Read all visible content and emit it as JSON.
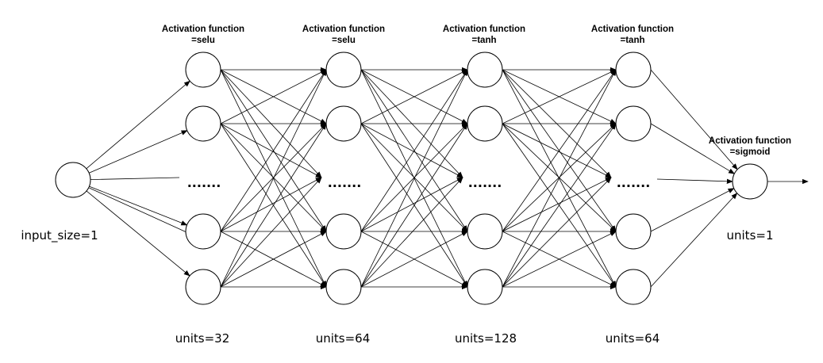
{
  "layers": [
    {
      "id": "input",
      "units_label": "input_size=1",
      "activation_title": "",
      "activation_value": ""
    },
    {
      "id": "hidden1",
      "units_label": "units=32",
      "activation_title": "Activation function",
      "activation_value": "=selu"
    },
    {
      "id": "hidden2",
      "units_label": "units=64",
      "activation_title": "Activation function",
      "activation_value": "=selu"
    },
    {
      "id": "hidden3",
      "units_label": "units=128",
      "activation_title": "Activation function",
      "activation_value": "=tanh"
    },
    {
      "id": "hidden4",
      "units_label": "units=64",
      "activation_title": "Activation function",
      "activation_value": "=tanh"
    },
    {
      "id": "output",
      "units_label": "units=1",
      "activation_title": "Activation function",
      "activation_value": "=sigmoid"
    }
  ],
  "ellipsis": "·······",
  "colors": {
    "stroke": "#000000",
    "background": "#ffffff"
  }
}
